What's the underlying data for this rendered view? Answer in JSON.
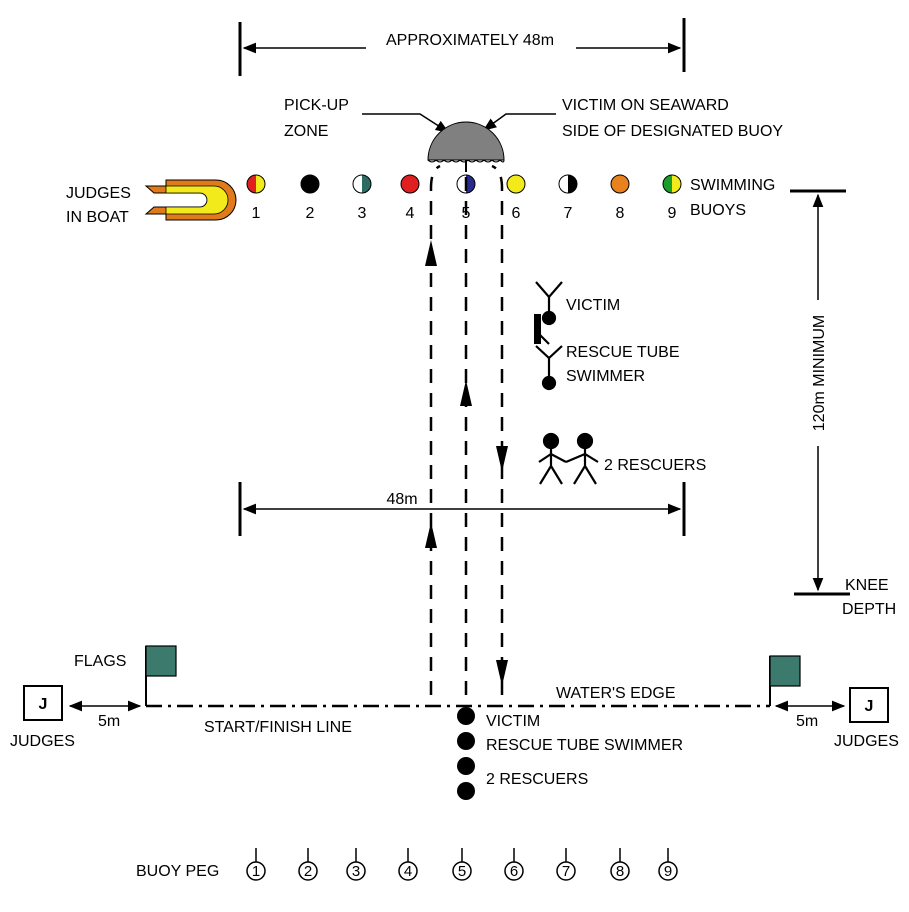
{
  "width_label": "APPROXIMATELY 48m",
  "pickup_zone": [
    "PICK-UP",
    "ZONE"
  ],
  "victim_seaward": [
    "VICTIM ON SEAWARD",
    "SIDE OF DESIGNATED BUOY"
  ],
  "judges_in_boat": [
    "JUDGES",
    "IN BOAT"
  ],
  "swimming_buoys": [
    "SWIMMING",
    "BUOYS"
  ],
  "buoy_numbers": [
    "1",
    "2",
    "3",
    "4",
    "5",
    "6",
    "7",
    "8",
    "9"
  ],
  "buoy_colors": [
    [
      "#e02020",
      "#f2ea1a"
    ],
    [
      "#000000",
      "#000000"
    ],
    [
      "#ffffff",
      "#2e6b62"
    ],
    [
      "#e02020",
      "#e02020"
    ],
    [
      "#ffffff",
      "#2a2a8e"
    ],
    [
      "#f2ea1a",
      "#f2ea1a"
    ],
    [
      "#ffffff",
      "#000000"
    ],
    [
      "#e8821e",
      "#e8821e"
    ],
    [
      "#1a9e2a",
      "#f2ea1a"
    ]
  ],
  "legend": {
    "victim": "VICTIM",
    "rescue_tube": [
      "RESCUE TUBE",
      "SWIMMER"
    ],
    "rescuers": "2 RESCUERS"
  },
  "distance_48m": "48m",
  "depth_label": "120m MINIMUM",
  "knee_depth": [
    "KNEE",
    "DEPTH"
  ],
  "flags": "FLAGS",
  "water_edge": "WATER'S EDGE",
  "start_finish": "START/FINISH LINE",
  "judge_box": "J",
  "judges": "JUDGES",
  "offset_5m": "5m",
  "start_order": [
    "VICTIM",
    "RESCUE TUBE SWIMMER",
    "2 RESCUERS"
  ],
  "buoy_peg": "BUOY PEG",
  "peg_numbers": [
    "1",
    "2",
    "3",
    "4",
    "5",
    "6",
    "7",
    "8",
    "9"
  ],
  "colors": {
    "flag": "#3d7a6e",
    "boat": "#f2ea1a",
    "boat_outline": "#e07a1a",
    "pickup": "#808080"
  }
}
